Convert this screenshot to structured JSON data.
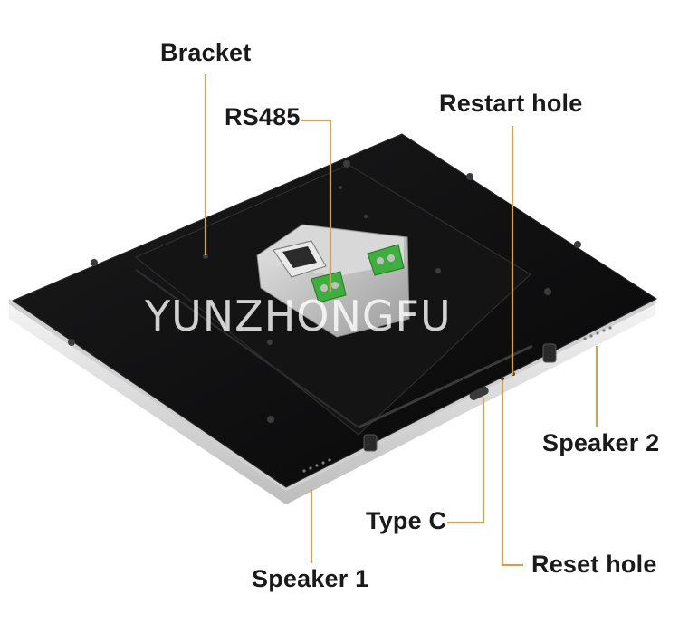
{
  "labels": {
    "bracket": "Bracket",
    "rs485": "RS485",
    "restart_hole": "Restart hole",
    "speaker_2": "Speaker 2",
    "type_c": "Type C",
    "reset_hole": "Reset hole",
    "speaker_1": "Speaker 1"
  },
  "watermark": "YUNZHONGFU",
  "colors": {
    "leader_line": "#c9a45a",
    "panel_back": "#0f0f10",
    "panel_frame": "#dcdcdc",
    "connector_green": "#3fae3f",
    "port_housing": "#c8c8c8"
  }
}
